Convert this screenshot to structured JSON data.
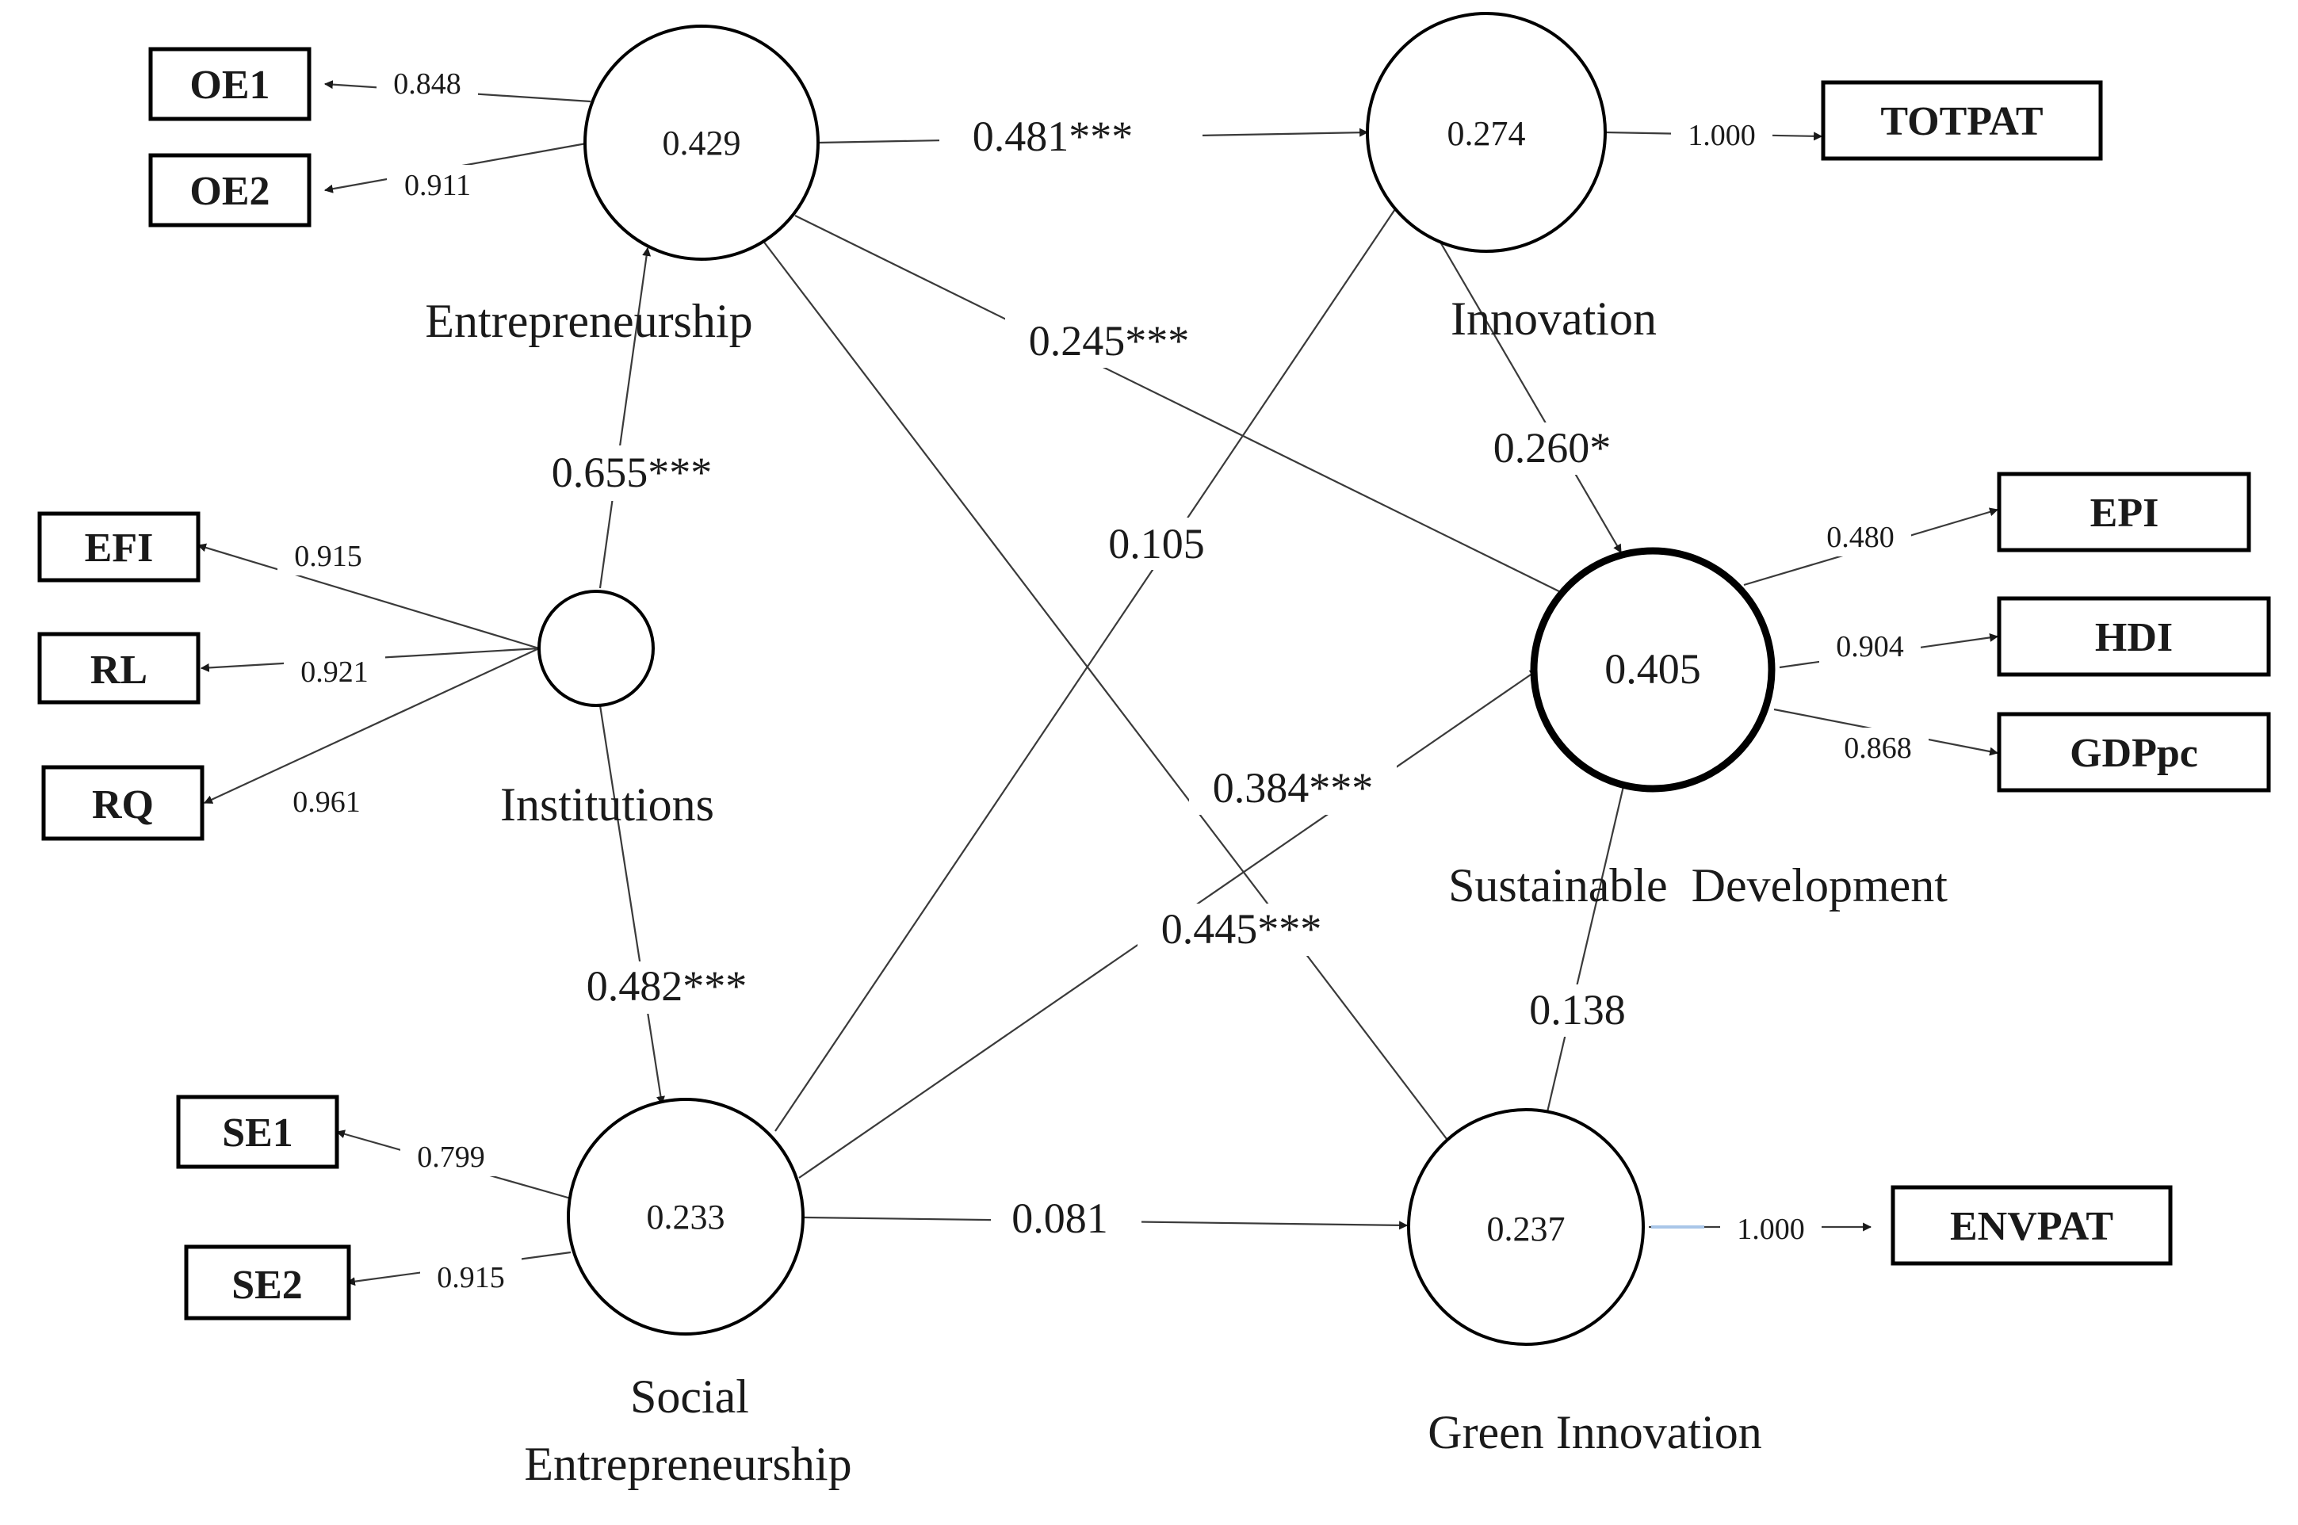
{
  "constructs": {
    "entrepreneurship": {
      "label": "Entrepreneurship",
      "r2": "0.429"
    },
    "innovation": {
      "label": "Innovation",
      "r2": "0.274"
    },
    "institutions": {
      "label": "Institutions"
    },
    "sustainable_development": {
      "label": "Sustainable  Development",
      "r2": "0.405"
    },
    "social_entrepreneurship": {
      "label_line1": "Social",
      "label_line2": "Entrepreneurship",
      "r2": "0.233"
    },
    "green_innovation": {
      "label": "Green Innovation",
      "r2": "0.237"
    }
  },
  "indicators": {
    "oe1": {
      "label": "OE1",
      "loading": "0.848"
    },
    "oe2": {
      "label": "OE2",
      "loading": "0.911"
    },
    "efi": {
      "label": "EFI",
      "loading": "0.915"
    },
    "rl": {
      "label": "RL",
      "loading": "0.921"
    },
    "rq": {
      "label": "RQ",
      "loading": "0.961"
    },
    "se1": {
      "label": "SE1",
      "loading": "0.799"
    },
    "se2": {
      "label": "SE2",
      "loading": "0.915"
    },
    "totpat": {
      "label": "TOTPAT",
      "loading": "1.000"
    },
    "epi": {
      "label": "EPI",
      "loading": "0.480"
    },
    "hdi": {
      "label": "HDI",
      "loading": "0.904"
    },
    "gdppc": {
      "label": "GDPpc",
      "loading": "0.868"
    },
    "envpat": {
      "label": "ENVPAT",
      "loading": "1.000"
    }
  },
  "paths": {
    "ent_to_innov": "0.481***",
    "ent_to_sd": "0.245***",
    "ent_to_green": "0.445***",
    "inst_to_ent": "0.655***",
    "inst_to_social": "0.482***",
    "social_to_innov": "0.105",
    "social_to_sd": "0.384***",
    "social_to_green": "0.081",
    "innov_to_sd": "0.260*",
    "green_to_sd": "0.138"
  },
  "colors": {
    "line": "#3a3a3a",
    "text": "#1a1a1a",
    "envpat_connector": "#a9c6e8"
  }
}
